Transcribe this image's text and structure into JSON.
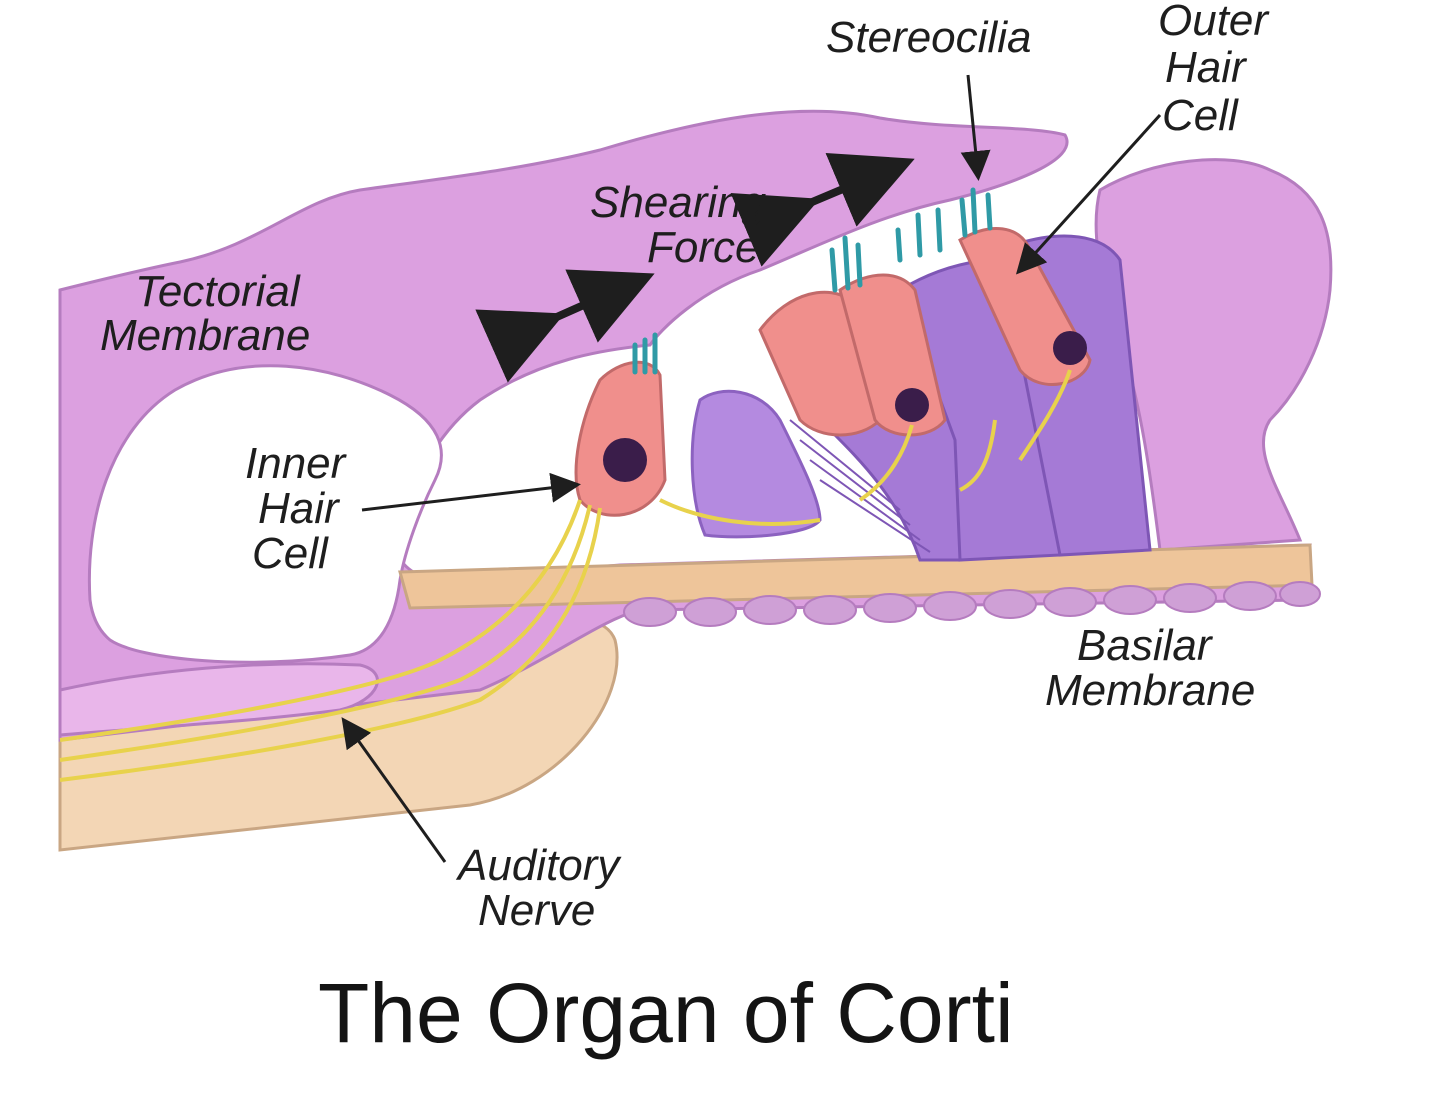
{
  "title": "The Organ of Corti",
  "labels": {
    "stereocilia": "Stereocilia",
    "outer_hair_cell": [
      "Outer",
      "Hair",
      "Cell"
    ],
    "shearing_force": [
      "Shearing",
      "Force"
    ],
    "tectorial_membrane": [
      "Tectorial",
      "Membrane"
    ],
    "inner_hair_cell": [
      "Inner",
      "Hair",
      "Cell"
    ],
    "basilar_membrane": [
      "Basilar",
      "Membrane"
    ],
    "auditory_nerve": [
      "Auditory",
      "Nerve"
    ]
  },
  "colors": {
    "tectorial": "#dca0e0",
    "tissue_outline": "#b57cbf",
    "support_cells": "#a57ad6",
    "hair_cell": "#f08f8c",
    "nucleus": "#3a1d4a",
    "stereocilia": "#2f9aa6",
    "basilar": "#eec59a",
    "nerve_fiber": "#e8d24c",
    "bone": "#f3d6b5"
  }
}
